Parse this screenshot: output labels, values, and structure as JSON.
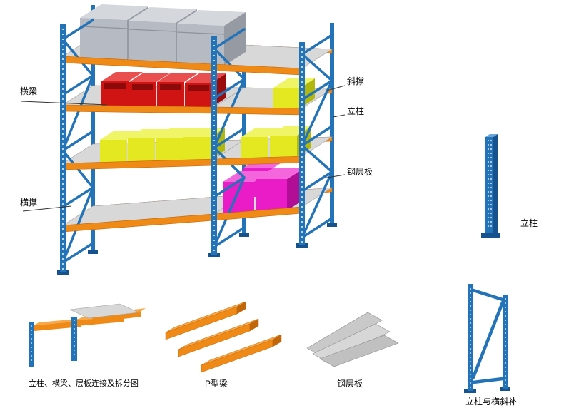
{
  "callouts": {
    "beam": "横梁",
    "bottom_brace": "横撑",
    "diagonal_brace": "斜撑",
    "upright": "立柱",
    "steel_shelf": "钢层板"
  },
  "side_figure": {
    "label": "立柱"
  },
  "bottom_figures": {
    "connection": {
      "caption": "立柱、横梁、层板连接及拆分图"
    },
    "p_beam": {
      "caption": "P型梁"
    },
    "steel_panel": {
      "caption": "钢层板"
    },
    "braced_frame": {
      "caption": "立柱与横斜补"
    }
  },
  "colors": {
    "blue": "#2373b8",
    "blue_dark": "#15528e",
    "blue_light": "#6aa6d8",
    "orange": "#f08a17",
    "orange_dark": "#c2660a",
    "orange_light": "#f7a94a",
    "shelf": "#d8d8d8",
    "shelf_edge": "#a0a0a0",
    "tote": "#b6bac2",
    "tote_top": "#d4d7dc",
    "tote_side": "#959aa3",
    "tote_seam": "#8e939b",
    "red": "#d01414",
    "red_top": "#e94f4f",
    "red_side": "#9b0d0d",
    "red_open": "#8c0a0a",
    "yellow": "#e3e821",
    "yellow_top": "#f0f467",
    "yellow_side": "#b2b70e",
    "magenta": "#e91cc7",
    "magenta_top": "#f366dc",
    "magenta_side": "#b10e95",
    "panel_a": "#c9c9c9",
    "panel_b": "#d7d7d7",
    "panel_c": "#c0c0c0",
    "leader": "#333333",
    "text": "#000000"
  }
}
